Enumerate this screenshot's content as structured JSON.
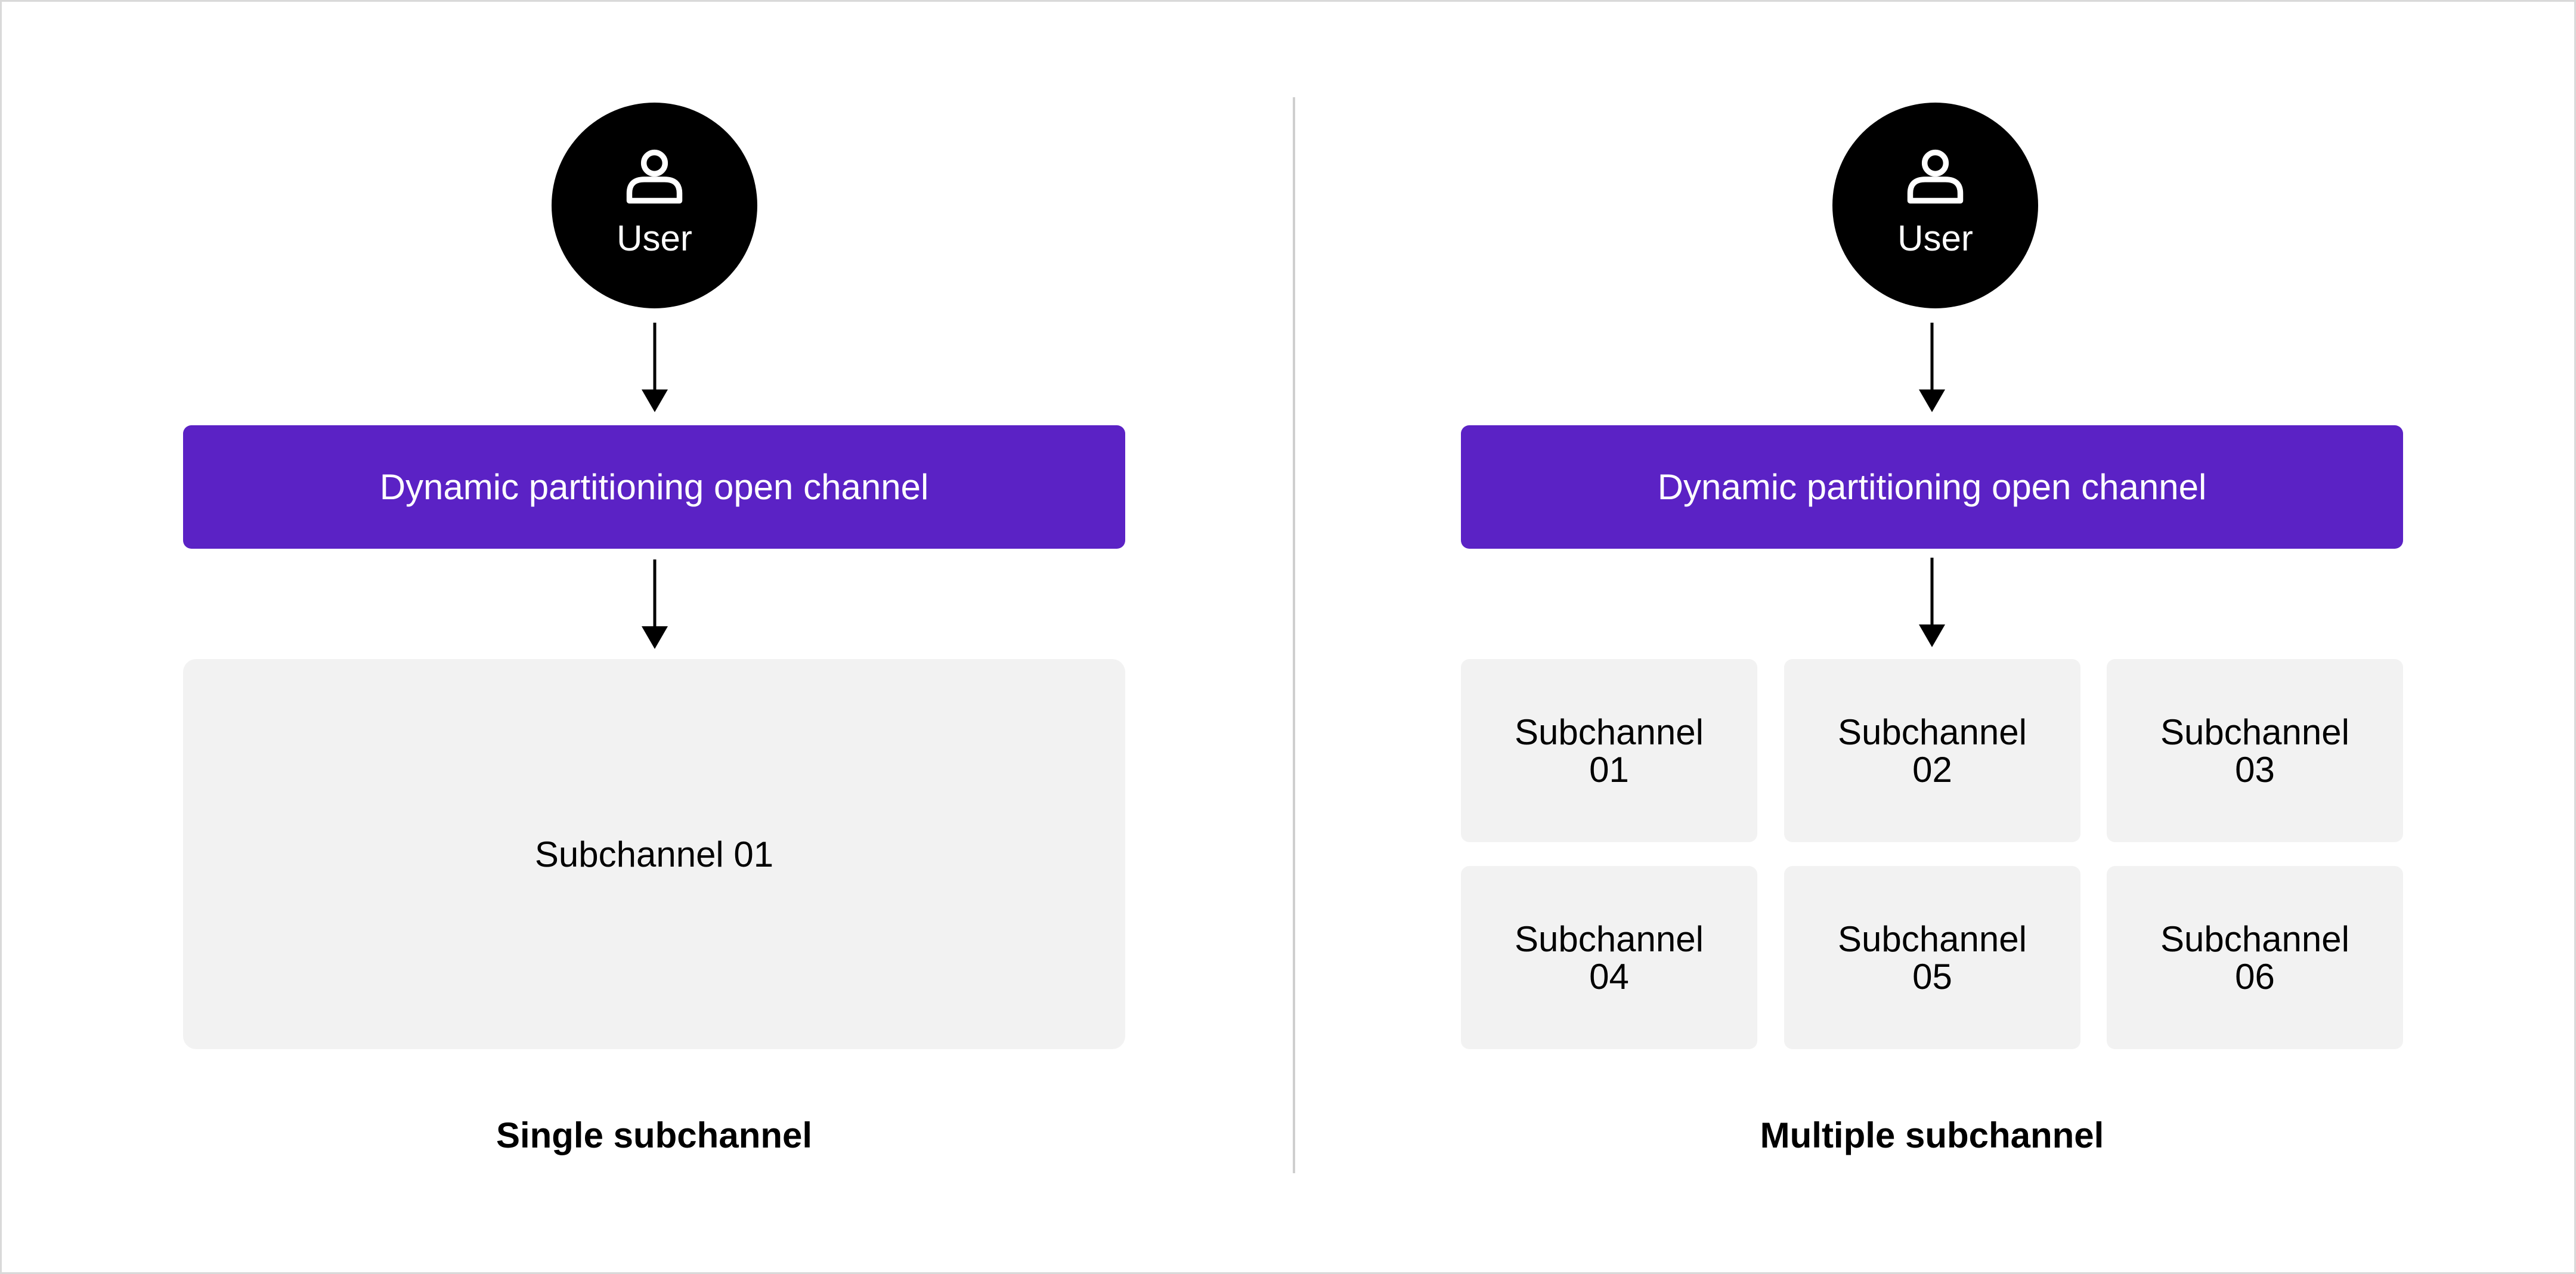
{
  "colors": {
    "channel_fill": "#5b22c5",
    "subchannel_fill": "#f2f2f2",
    "user_fill": "#000000",
    "divider": "#cfcfcf"
  },
  "left": {
    "user_label": "User",
    "channel_label": "Dynamic partitioning open channel",
    "subchannel_label": "Subchannel 01",
    "caption": "Single subchannel"
  },
  "right": {
    "user_label": "User",
    "channel_label": "Dynamic partitioning open channel",
    "subchannels": [
      {
        "line1": "Subchannel",
        "line2": "01"
      },
      {
        "line1": "Subchannel",
        "line2": "02"
      },
      {
        "line1": "Subchannel",
        "line2": "03"
      },
      {
        "line1": "Subchannel",
        "line2": "04"
      },
      {
        "line1": "Subchannel",
        "line2": "05"
      },
      {
        "line1": "Subchannel",
        "line2": "06"
      }
    ],
    "caption": "Multiple subchannel"
  },
  "icons": {
    "user": "user-icon",
    "arrow": "arrow-down-icon"
  }
}
